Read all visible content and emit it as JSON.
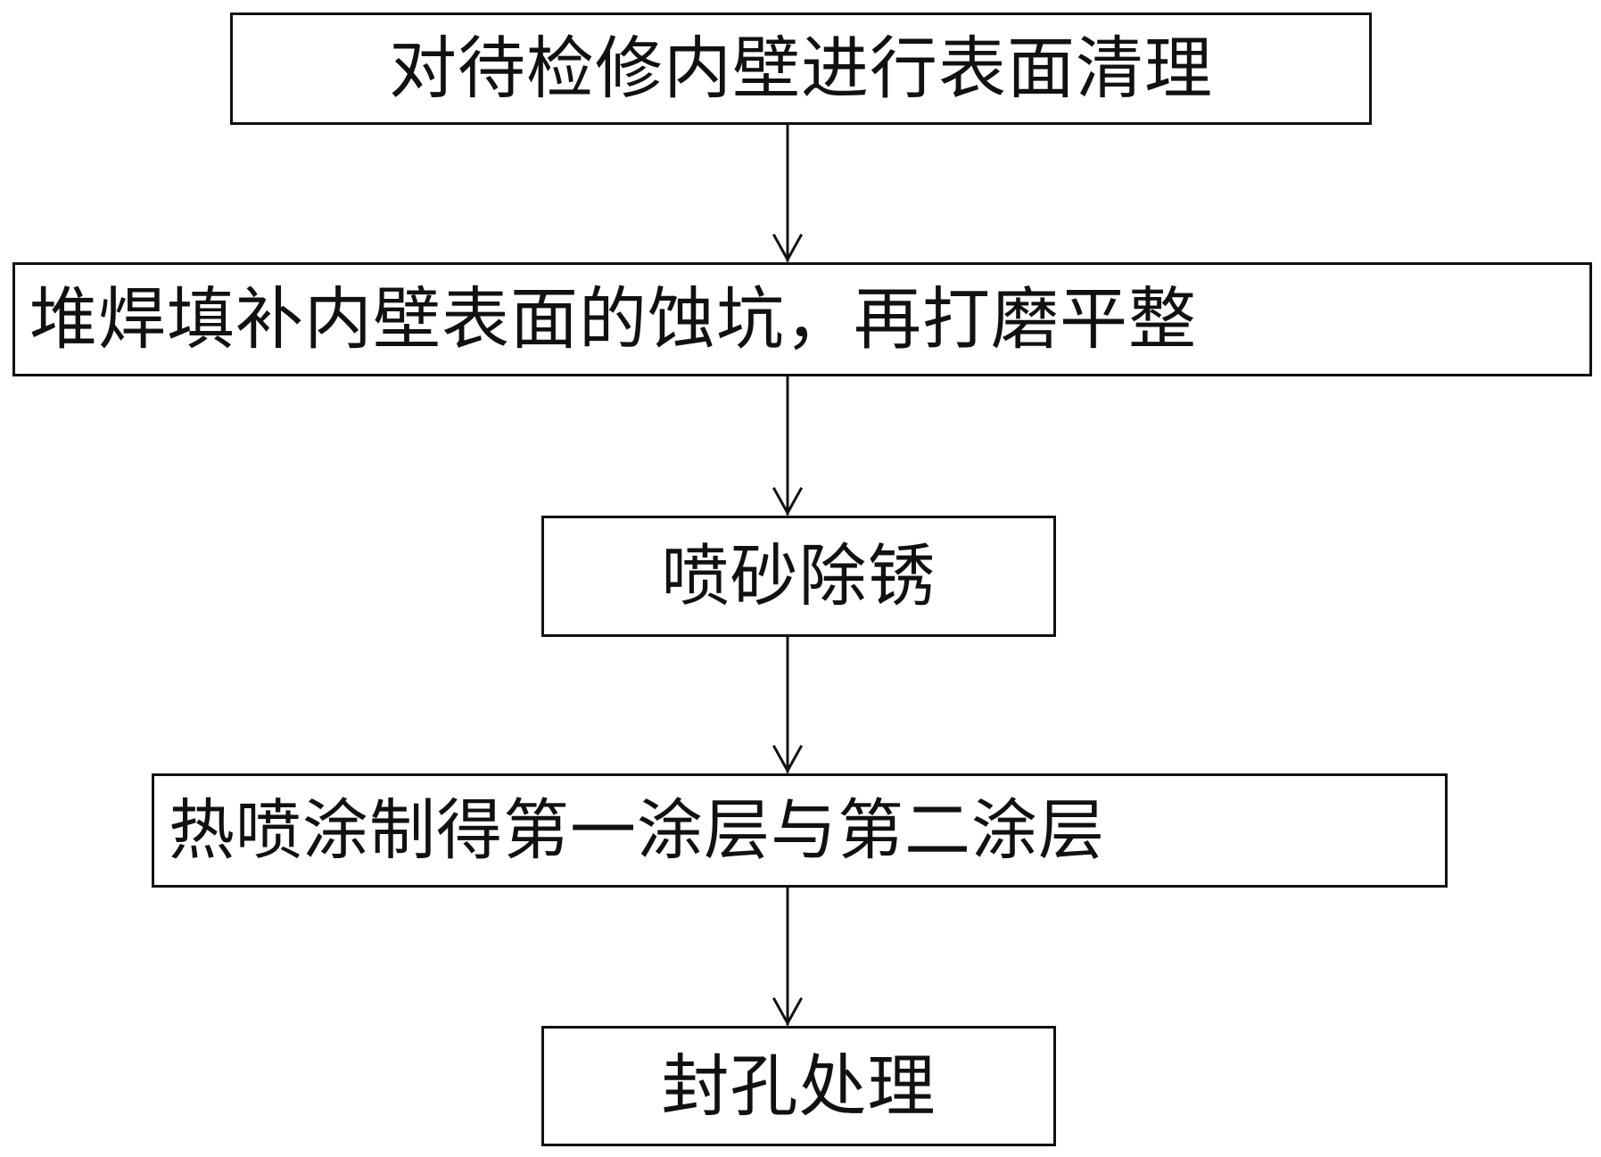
{
  "flowchart": {
    "steps": [
      {
        "label": "对待检修内壁进行表面清理"
      },
      {
        "label": "堆焊填补内壁表面的蚀坑，再打磨平整"
      },
      {
        "label": "喷砂除锈"
      },
      {
        "label": "热喷涂制得第一涂层与第二涂层"
      },
      {
        "label": "封孔处理"
      }
    ],
    "colors": {
      "stroke": "#111111",
      "background": "#ffffff"
    }
  }
}
